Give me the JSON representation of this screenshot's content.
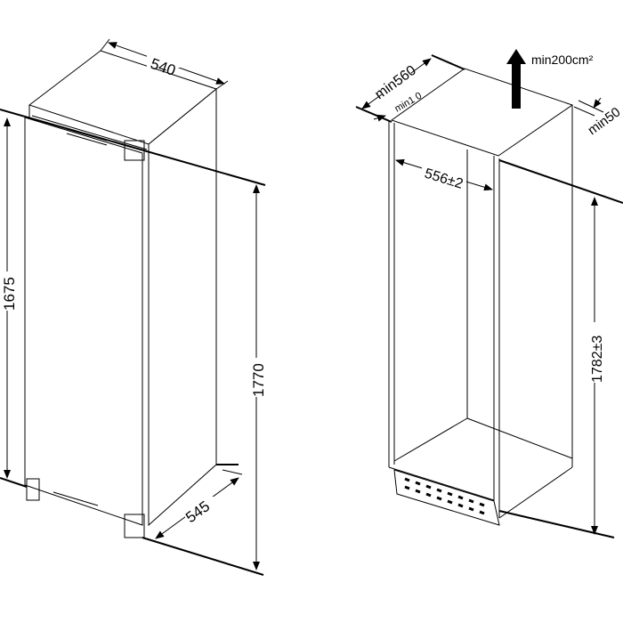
{
  "appliance": {
    "width_label": "540",
    "door_height_label": "1675",
    "total_height_label": "1770",
    "depth_label": "545"
  },
  "niche": {
    "depth_label": "min560",
    "gap_label": "min1 0",
    "ventilation_label": "min200cm²",
    "rear_gap_label": "min50",
    "width_label": "556±2",
    "height_label": "1782±3"
  }
}
